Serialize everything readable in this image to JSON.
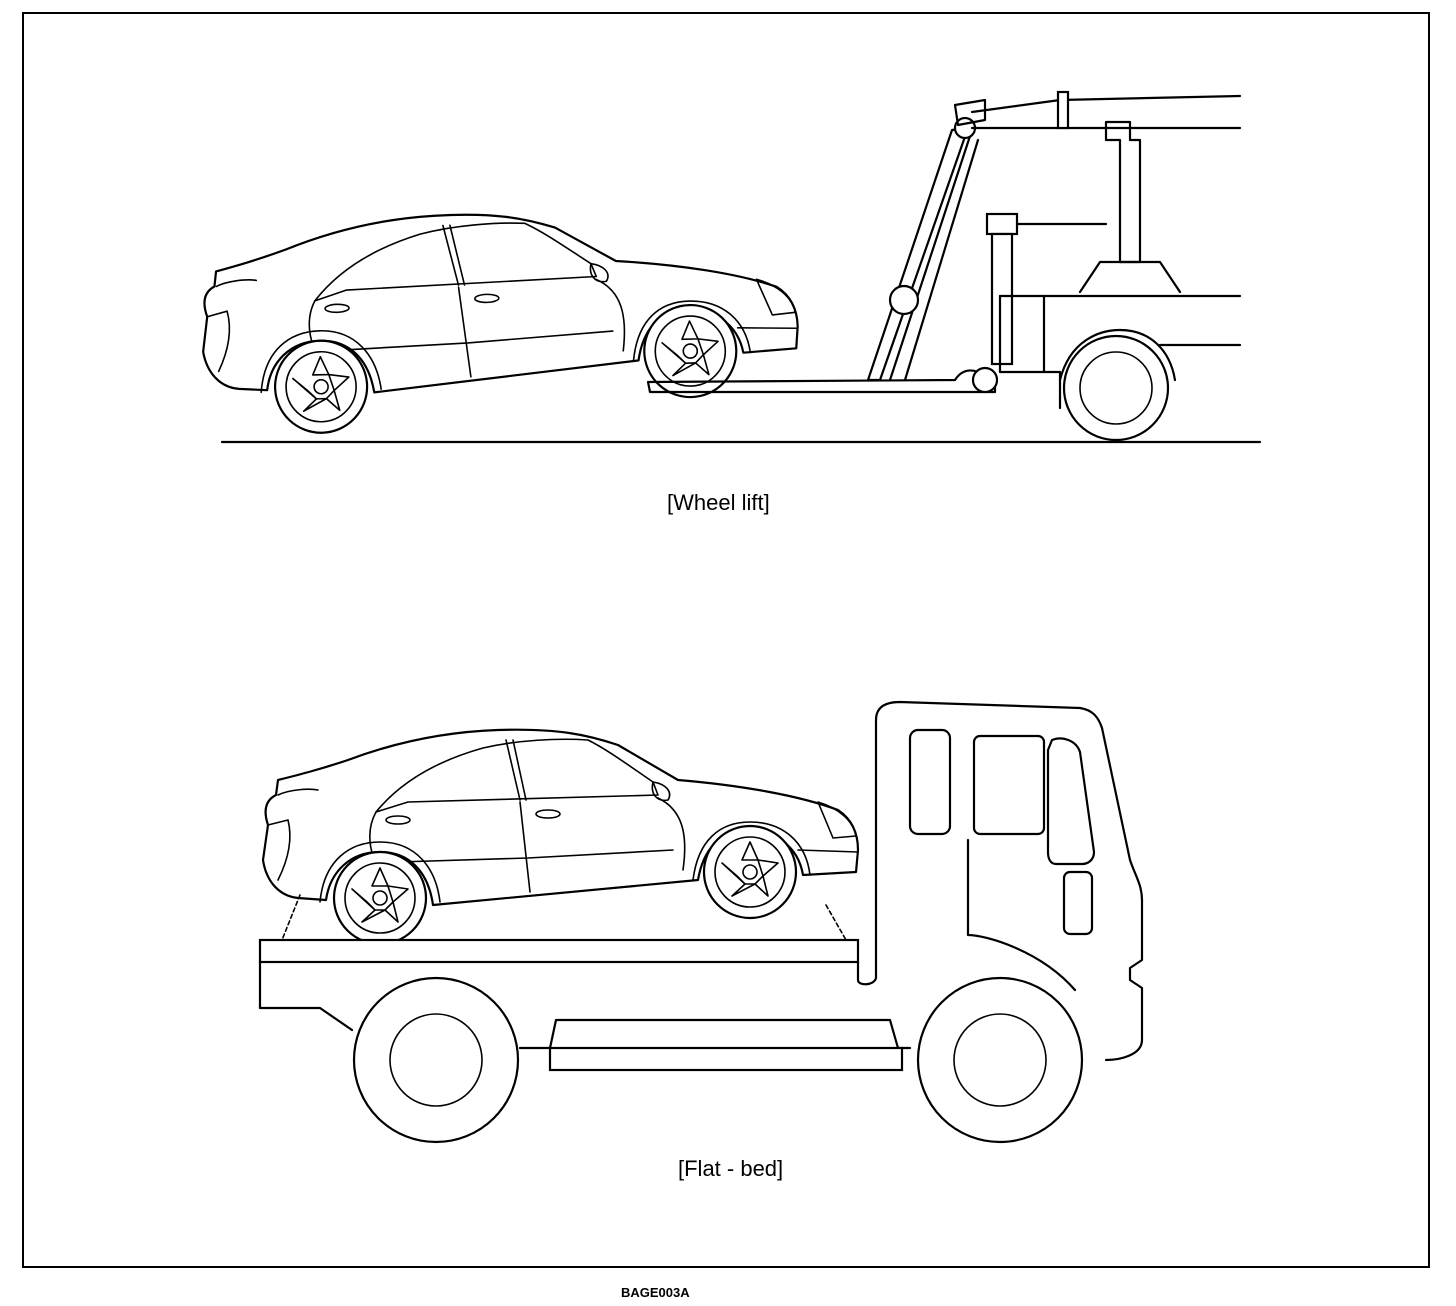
{
  "figure": {
    "caption_wheel_lift": "[Wheel lift]",
    "caption_flat_bed": "[Flat - bed]",
    "figure_code": "BAGE003A"
  }
}
